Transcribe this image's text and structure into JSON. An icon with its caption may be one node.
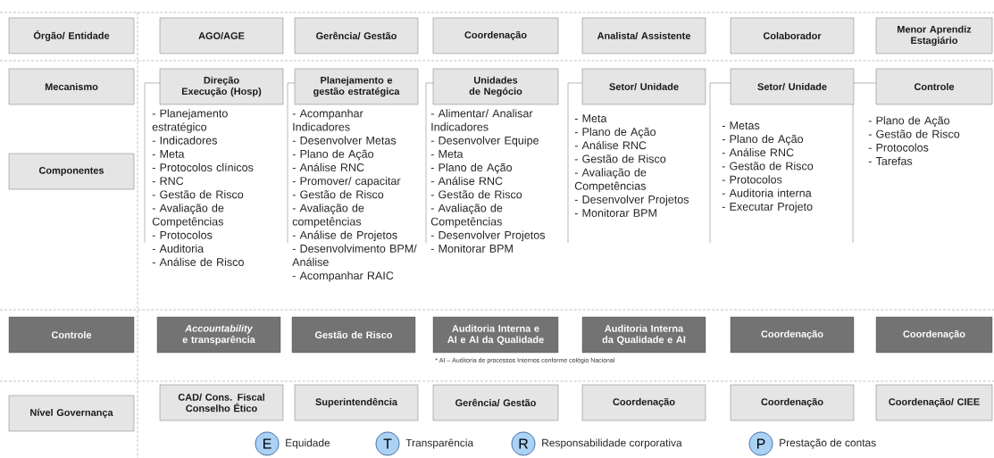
{
  "diagram": {
    "nodes": [
      {
        "text": [
          "Órgão/ Entidade"
        ]
      },
      {
        "text": [
          "AGO/AGE"
        ]
      },
      {
        "text": [
          "Gerência/ Gestão"
        ]
      },
      {
        "text": [
          "Coordenação"
        ]
      },
      {
        "text": [
          "Analista/ Assistente"
        ]
      },
      {
        "text": [
          "Colaborador"
        ]
      },
      {
        "text": [
          "Menor Aprendiz Estagiário"
        ]
      },
      {
        "text": [
          "Mecanismo"
        ]
      },
      {
        "text": [
          "Direção Execução (Hosp)"
        ],
        "beside": [
          "- Planejamento estratégico",
          "- Indicadores",
          "- Meta",
          "- Protocolos clínicos",
          "- RNC",
          "- Gestão de Risco",
          "- Avaliação de Competências",
          "- Protocolos",
          "- Auditoria",
          "- Análise de Risco"
        ]
      },
      {
        "text": [
          "Planejamento e gestão estratégica"
        ],
        "beside": [
          "- Acompanhar Indicadores",
          "- Desenvolver Metas",
          "- Plano de Ação",
          "- Análise RNC",
          "- Promover/ capacitar",
          "- Gestão de Risco",
          "- Avaliação de competências",
          "- Análise de Projetos",
          "- Desenvolvimento BPM/ Análise",
          "- Acompanhar RAIC"
        ]
      },
      {
        "text": [
          "Unidades de Negócio"
        ],
        "beside": [
          "- Alimentar/ Analisar Indicadores",
          "- Desenvolver Equipe",
          "- Meta",
          "- Plano de Ação",
          "- Análise RNC",
          "- Gestão de Risco",
          "- Avaliação de Competências",
          "- Desenvolver Projetos",
          "- Monitorar BPM"
        ]
      },
      {
        "text": [
          "Setor/ Unidade"
        ],
        "beside": [
          "- Meta",
          "- Plano de Ação",
          "- Análise RNC",
          "- Gestão de Risco",
          "- Avaliação de Competências",
          "- Desenvolver Projetos",
          "- Monitorar BPM"
        ]
      },
      {
        "text": [
          "Setor/ Unidade"
        ],
        "beside": [
          "- Metas",
          "- Plano de Ação",
          "- Análise RNC",
          "- Gestão de Risco",
          "- Protocolos",
          "- Auditoria interna",
          "- Executar Projeto"
        ]
      },
      {
        "text": [
          "Controle"
        ],
        "beside": [
          "- Plano de Ação",
          "- Gestão de Risco",
          "- Protocolos",
          "- Tarefas"
        ]
      },
      {
        "text": [
          "Componentes"
        ]
      },
      {
        "text": [
          "Controle"
        ]
      },
      {
        "text": [
          "*Accountability* e transparência"
        ]
      },
      {
        "text": [
          "Gestão de Risco"
        ]
      },
      {
        "text": [
          "Auditoria Interna e AI e AI da Qualidade"
        ]
      },
      {
        "text": [
          "Auditoria Interna da Qualidade e AI"
        ]
      },
      {
        "text": [
          "Coordenação"
        ]
      },
      {
        "text": [
          "Coordenação"
        ]
      },
      {
        "text": [
          "Nível Governança"
        ]
      },
      {
        "text": [
          "CAD/ Cons. Fiscal Conselho Ético"
        ]
      },
      {
        "text": [
          "Superintendência"
        ]
      },
      {
        "text": [
          "Gerência/ Gestão"
        ]
      },
      {
        "text": [
          "Coordenação"
        ]
      },
      {
        "text": [
          "Coordenação"
        ]
      },
      {
        "text": [
          "Coordenação/ CIEE"
        ]
      },
      {
        "text": [
          "E"
        ],
        "beside": [
          "Equidade"
        ]
      },
      {
        "text": [
          "T"
        ],
        "beside": [
          "Transparência"
        ]
      },
      {
        "text": [
          "R"
        ],
        "beside": [
          "Responsabilidade corporativa"
        ]
      },
      {
        "text": [
          "P"
        ],
        "beside": [
          "Prestação de contas"
        ]
      }
    ],
    "labels": [
      "* AI – Auditoria de processos Internos conforme colégio Nacional"
    ]
  }
}
